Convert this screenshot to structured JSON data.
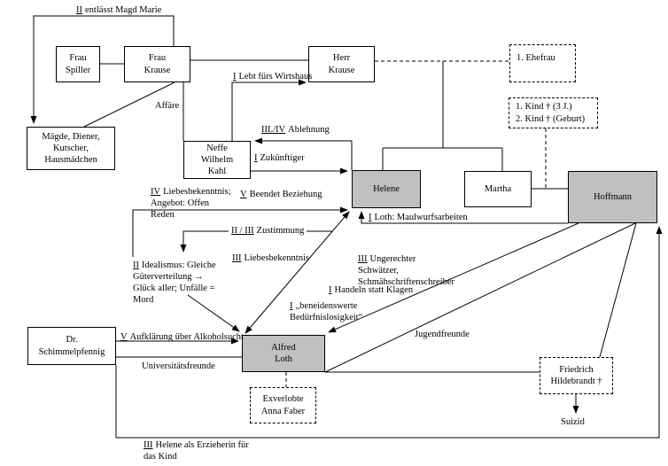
{
  "colors": {
    "highlight_box_fill": "#c0c0c0",
    "line": "#000000",
    "background": "#ffffff"
  },
  "boxes": {
    "frau_spiller": {
      "label": "Frau\nSpiller"
    },
    "frau_krause": {
      "label": "Frau\nKrause"
    },
    "herr_krause": {
      "label": "Herr\nKrause"
    },
    "ehefrau": {
      "label": "1. Ehefrau"
    },
    "kinder": {
      "label": "1. Kind † (3 J.)\n2. Kind † (Geburt)"
    },
    "maegde": {
      "label": "Mägde, Diener,\nKutscher,\nHausmädchen"
    },
    "kahl": {
      "label": "Neffe\nWilhelm\nKahl"
    },
    "helene": {
      "label": "Helene"
    },
    "martha": {
      "label": "Martha"
    },
    "hoffmann": {
      "label": "Hoffmann"
    },
    "schimmelpfennig": {
      "label": "Dr.\nSchimmelpfennig"
    },
    "loth": {
      "label": "Alfred\nLoth"
    },
    "exverlobte": {
      "label": "Exverlobte\nAnna Faber"
    },
    "hildebrandt": {
      "label": "Friedrich\nHildebrandt †"
    }
  },
  "labels": {
    "entlaesst": {
      "num": "II",
      "text": "entlässt Magd Marie"
    },
    "lebt": {
      "num": "I",
      "text": "Lebt fürs Wirtshaus"
    },
    "affaere": {
      "num": "",
      "text": "Affäre"
    },
    "ablehnung": {
      "num": "III./IV",
      "text": "Ablehnung"
    },
    "zukuenftiger": {
      "num": "I",
      "text": "Zukünftiger"
    },
    "liebesbek4": {
      "num": "IV",
      "text": "Liebesbekenntnis; Angebot: Offen Reden"
    },
    "beendet": {
      "num": "V",
      "text": "Beendet Beziehung"
    },
    "zustimmung": {
      "num": "II / III",
      "text": "Zustimmung"
    },
    "liebesbek3": {
      "num": "III",
      "text": "Liebesbekenntnis"
    },
    "idealismus": {
      "num": "II",
      "text": "Idealismus: Gleiche Güterverteilung → Glück aller; Unfälle = Mord"
    },
    "maulwurf": {
      "num": "I",
      "text": "Loth: Maulwurfsarbeiten"
    },
    "schwaetzer": {
      "num": "III",
      "text": "Ungerechter Schwätzer, Schmähschriftenschreiber"
    },
    "handeln": {
      "num": "I",
      "text": "Handeln statt Klagen"
    },
    "beneidenswerte": {
      "num": "I",
      "text": "„beneidenswerte Bedürfnislosigkeit“"
    },
    "jugendfreunde": {
      "num": "",
      "text": "Jugendfreunde"
    },
    "aufklaerung": {
      "num": "V",
      "text": "Aufklärung über Alkoholsucht"
    },
    "unifreunde": {
      "num": "",
      "text": "Universitätsfreunde"
    },
    "erzieherin": {
      "num": "III",
      "text": "Helene als Erzieherin für das Kind"
    },
    "suizid": {
      "num": "",
      "text": "Suizid"
    }
  }
}
